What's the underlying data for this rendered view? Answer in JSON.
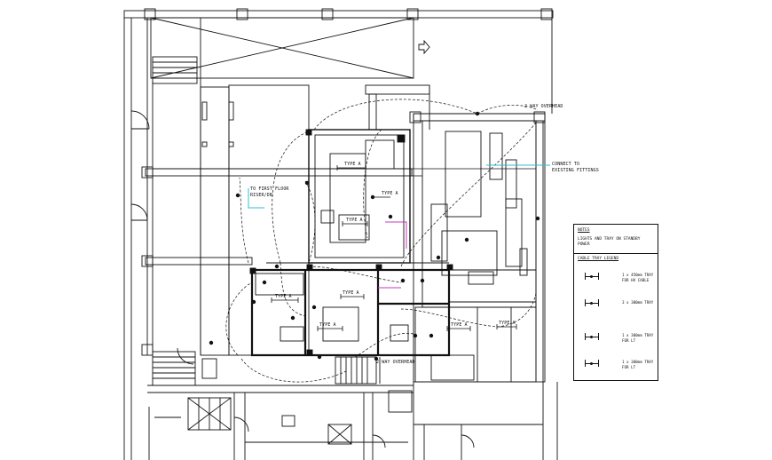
{
  "labels": {
    "way_overhead_top": "2 WAY OVERHEAD",
    "connect_existing_1": "CONNECT TO",
    "connect_existing_2": "EXISTING FITTINGS",
    "to_first_floor_1": "TO FIRST FLOOR",
    "to_first_floor_2": "RISER/DB",
    "type_a_1": "TYPE A",
    "type_a_2": "TYPE A",
    "type_a_3": "TYPE A",
    "type_a_4": "TYPE A",
    "type_a_5": "TYPE A",
    "type_a_6": "TYPE A",
    "type_a_7": "TYPE A",
    "type_a_8": "TYPE A",
    "way_overhead_bottom": "2 WAY OVERHEAD"
  },
  "legend": {
    "notes_title": "NOTES",
    "note_1_line1": "LIGHTS AND TRAY ON STANDBY",
    "note_1_line2": "POWER",
    "cable_tray_title": "CABLE TRAY LEGEND",
    "items": [
      {
        "line1": "1 x 450mm TRAY",
        "line2": "FOR HV CABLE"
      },
      {
        "line1": "3 x 300mm TRAY",
        "line2": ""
      },
      {
        "line1": "1 x 300mm TRAY",
        "line2": "FOR LT"
      },
      {
        "line1": "1 x 300mm TRAY",
        "line2": "FOR LT"
      }
    ]
  },
  "colors": {
    "linework": "#111111",
    "cyan_leader": "#2fbfd0",
    "magenta_feed": "#c43bc4"
  }
}
